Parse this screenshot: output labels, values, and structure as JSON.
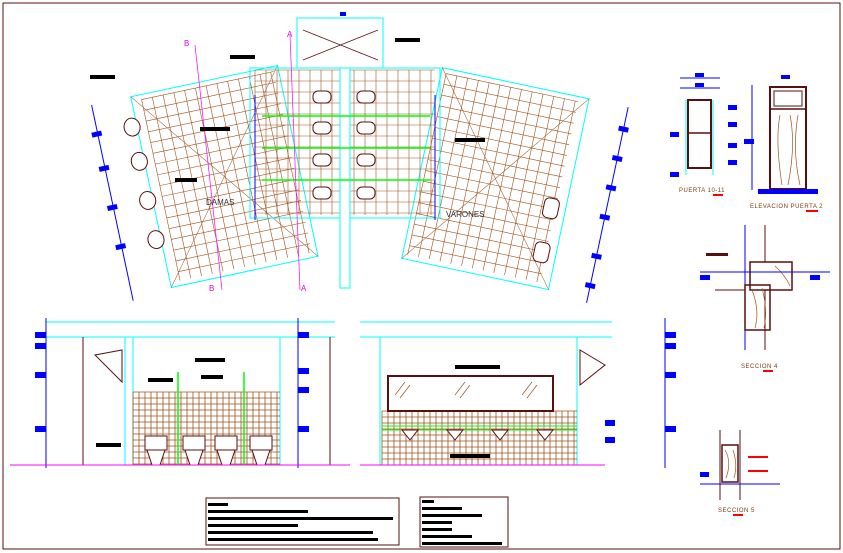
{
  "drawing": {
    "plan": {
      "room_left": "DAMAS",
      "room_right": "VARONES",
      "section_markers": {
        "a_top": "A",
        "a_bottom": "A",
        "b_top": "B",
        "b_bottom": "B"
      }
    },
    "details": {
      "door_1": "PUERTA 10-11",
      "door_2": "ELEVACION PUERTA 2",
      "section_4": "SECCION 4",
      "section_5": "SECCION 5"
    },
    "colors": {
      "frame": "#5a0f0f",
      "tile": "#a0521e",
      "dimension": "#0000ff",
      "wall": "#00ffff",
      "pipe": "#00ff00",
      "section_line": "#ff00ff",
      "annotation_fill": "#000000"
    }
  }
}
